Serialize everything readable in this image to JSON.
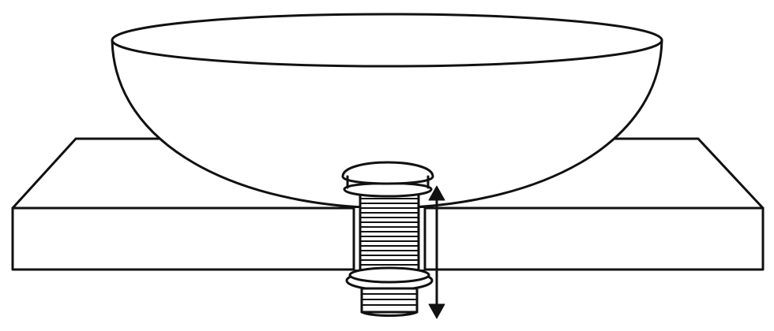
{
  "diagram": {
    "colors": {
      "stroke": "#111111",
      "fill": "#ffffff"
    },
    "parts": [
      "vessel-basin",
      "countertop",
      "pop-up-waste-cap",
      "threaded-waste-body",
      "locking-nut",
      "height-arrow"
    ]
  }
}
